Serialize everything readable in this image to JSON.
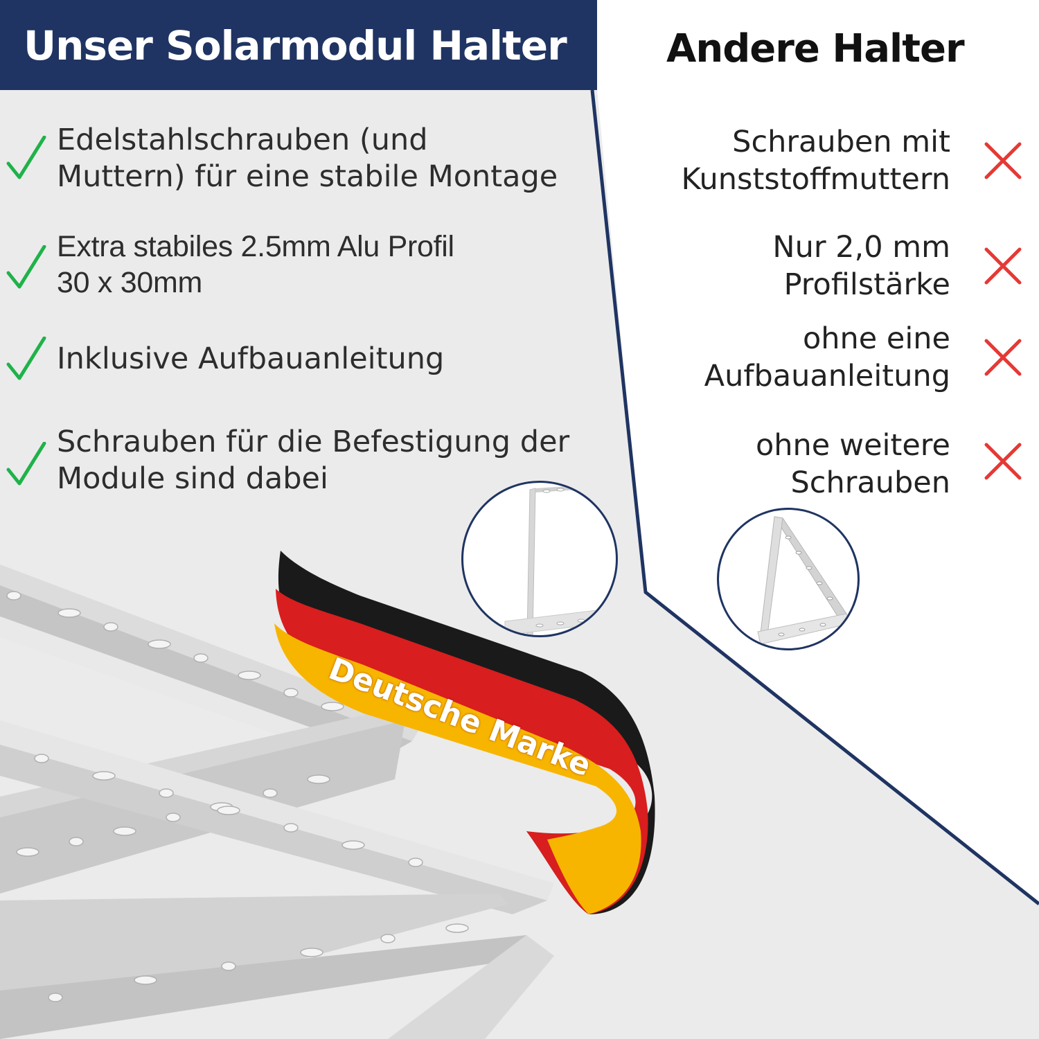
{
  "left": {
    "title": "Unser Solarmodul Halter",
    "features": [
      {
        "lines": [
          "Edelstahlschrauben (und",
          "Muttern) für eine stabile Montage"
        ],
        "icon": "check-icon"
      },
      {
        "lines": [
          "Extra stabiles 2.5mm Alu Profil",
          "30 x 30mm"
        ],
        "icon": "check-icon"
      },
      {
        "lines": [
          "Inklusive Aufbauanleitung"
        ],
        "icon": "check-icon"
      },
      {
        "lines": [
          "Schrauben für die Befestigung der",
          "Module sind dabei"
        ],
        "icon": "check-icon"
      }
    ]
  },
  "right": {
    "title": "Andere Halter",
    "drawbacks": [
      {
        "lines": [
          "Schrauben mit",
          "Kunststoffmuttern"
        ],
        "icon": "x-icon"
      },
      {
        "lines": [
          "Nur 2,0 mm",
          "Profilstärke"
        ],
        "icon": "x-icon"
      },
      {
        "lines": [
          "ohne eine",
          "Aufbauanleitung"
        ],
        "icon": "x-icon"
      },
      {
        "lines": [
          "ohne weitere",
          "Schrauben"
        ],
        "icon": "x-icon"
      }
    ]
  },
  "badge": {
    "text": "Deutsche Marke"
  },
  "colors": {
    "header_bg": "#1f3462",
    "divider": "#1f3462",
    "check": "#1fb24a",
    "cross": "#e53935",
    "flag_black": "#1a1a1a",
    "flag_red": "#d81e1e",
    "flag_gold": "#f7b500"
  }
}
